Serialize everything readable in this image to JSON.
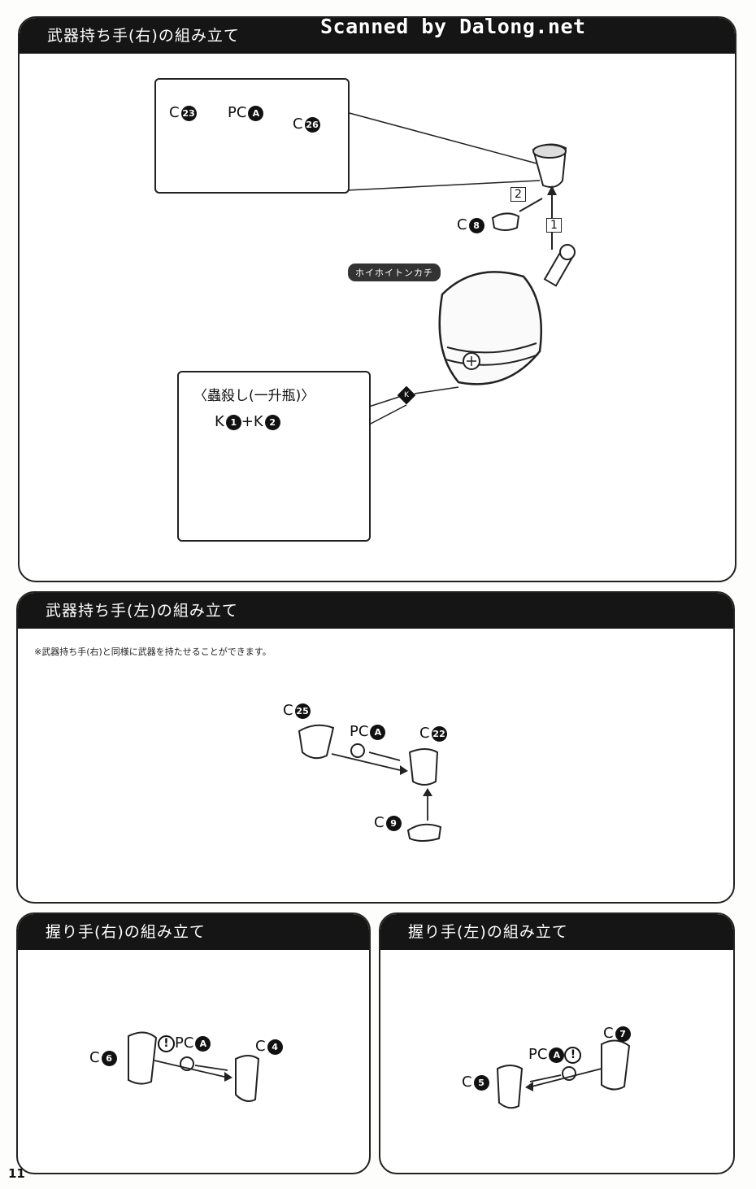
{
  "scan_credit": "Scanned by Dalong.net",
  "page_number": "11",
  "section1": {
    "title": "武器持ち手(右)の組み立て",
    "inset_labels": {
      "c23": "C",
      "c23_num": "23",
      "pca": "PC",
      "pca_letter": "A",
      "c26": "C",
      "c26_num": "26"
    },
    "c8": "C",
    "c8_num": "8",
    "step1": "1",
    "step2": "2",
    "badge": "ホイホイトンカチ",
    "bottle_title": "〈蟲殺し(一升瓶)〉",
    "bottle_parts": {
      "k1": "K",
      "k1_num": "1",
      "plus": "+",
      "k2": "K",
      "k2_num": "2"
    },
    "marker_letter": "K"
  },
  "section2": {
    "title": "武器持ち手(左)の組み立て",
    "note": "※武器持ち手(右)と同様に武器を持たせることができます。",
    "c25": "C",
    "c25_num": "25",
    "pca": "PC",
    "pca_letter": "A",
    "c22": "C",
    "c22_num": "22",
    "c9": "C",
    "c9_num": "9"
  },
  "section3": {
    "title": "握り手(右)の組み立て",
    "c6": "C",
    "c6_num": "6",
    "caution": "!",
    "pca": "PC",
    "pca_letter": "A",
    "c4": "C",
    "c4_num": "4"
  },
  "section4": {
    "title": "握り手(左)の組み立て",
    "c7": "C",
    "c7_num": "7",
    "caution": "!",
    "pca": "PC",
    "pca_letter": "A",
    "c5": "C",
    "c5_num": "5"
  }
}
